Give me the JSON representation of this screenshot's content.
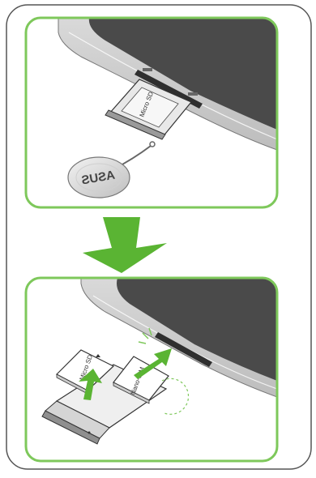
{
  "top_panel": {
    "microsd_tray_label": "Micro SD",
    "brand_logo_text": "ASUS"
  },
  "bottom_panel": {
    "microsd_card_label": "Micro SD",
    "nanosim_card_label": "Nano-SIM"
  },
  "colors": {
    "accent_green": "#7ec85b",
    "arrow_green": "#5ab433",
    "frame_gray": "#555555",
    "screen_dark": "#4a4a4a"
  },
  "icons": {
    "transition_arrow": "down-arrow-icon",
    "insert_arrows": "up-arrow-icon"
  }
}
